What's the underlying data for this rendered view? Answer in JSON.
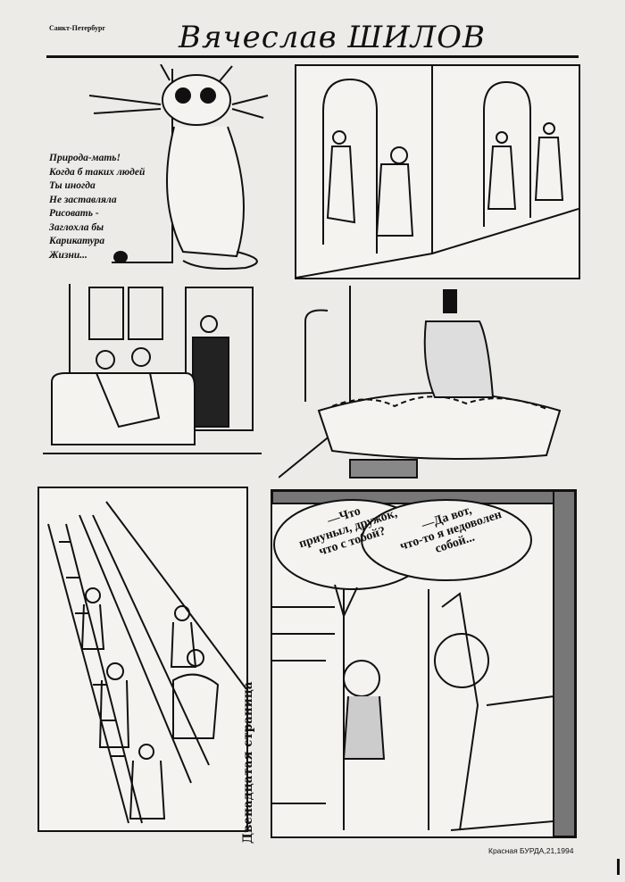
{
  "header": {
    "city": "Санкт-Петербург",
    "author": "Вячеслав ШИЛОВ"
  },
  "poem": {
    "lines": [
      "Природа-мать!",
      "Когда б таких людей",
      "Ты иногда",
      "Не заставляла",
      "Рисовать -",
      "Заглохла бы",
      "Карикатура",
      "Жизни..."
    ]
  },
  "speech": {
    "first": [
      "—Что",
      "приуныл, дружок,",
      "что с тобой?"
    ],
    "second": [
      "—Да вот,",
      "что-то я недоволен",
      "собой..."
    ]
  },
  "side_label": "Двенадцатая страница",
  "footer": {
    "publication": "Красная БУРДА,21,1994"
  }
}
